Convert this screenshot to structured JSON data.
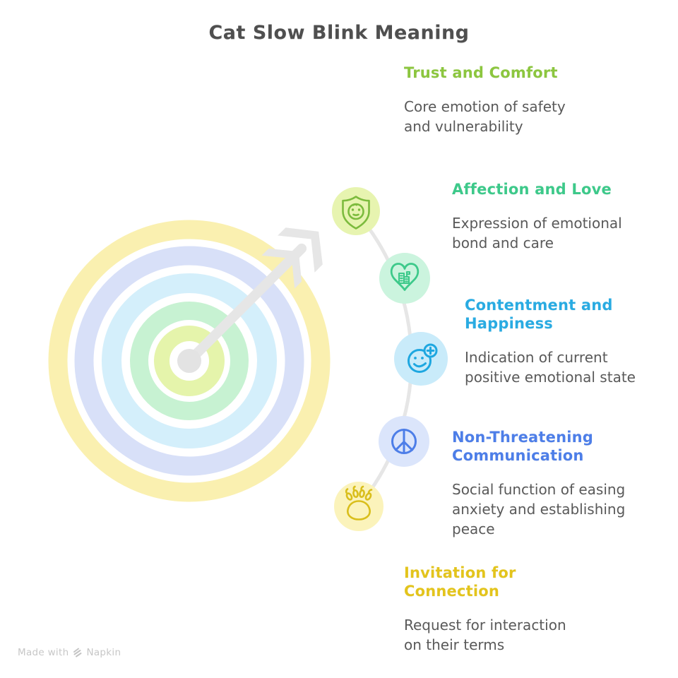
{
  "title": "Cat Slow Blink Meaning",
  "items": [
    {
      "heading": "Trust and Comfort",
      "description": "Core emotion of safety\nand vulnerability",
      "heading_color": "#8CC63F",
      "icon": "shield-smile-icon",
      "circle_fill": "#E7F4B0",
      "icon_stroke": "#7CBB3D"
    },
    {
      "heading": "Affection and Love",
      "description": "Expression of emotional\nbond and care",
      "heading_color": "#3DC98A",
      "icon": "heart-building-icon",
      "circle_fill": "#CBF4DE",
      "icon_stroke": "#3DC98A"
    },
    {
      "heading": "Contentment and\nHappiness",
      "description": "Indication of current\npositive emotional state",
      "heading_color": "#29ABE2",
      "icon": "smiley-plus-icon",
      "circle_fill": "#C9EBFA",
      "icon_stroke": "#1EA7E0"
    },
    {
      "heading": "Non-Threatening\nCommunication",
      "description": "Social function of easing\nanxiety and establishing\npeace",
      "heading_color": "#4D7EE8",
      "icon": "peace-icon",
      "circle_fill": "#DBE5FB",
      "icon_stroke": "#4D7EE8"
    },
    {
      "heading": "Invitation for\nConnection",
      "description": "Request for interaction\non their terms",
      "heading_color": "#E3C41C",
      "icon": "paw-icon",
      "circle_fill": "#FBF3BB",
      "icon_stroke": "#D9BE1B"
    }
  ],
  "target": {
    "ring_colors_outer_to_inner": [
      "#FAF0B0",
      "#D8E0F8",
      "#D4EFFB",
      "#C7F2D2",
      "#E5F4AB"
    ],
    "arrow_color": "#E6E6E6",
    "connector_color": "#E6E6E6"
  },
  "footer": {
    "made_with": "Made with",
    "brand": "Napkin"
  }
}
